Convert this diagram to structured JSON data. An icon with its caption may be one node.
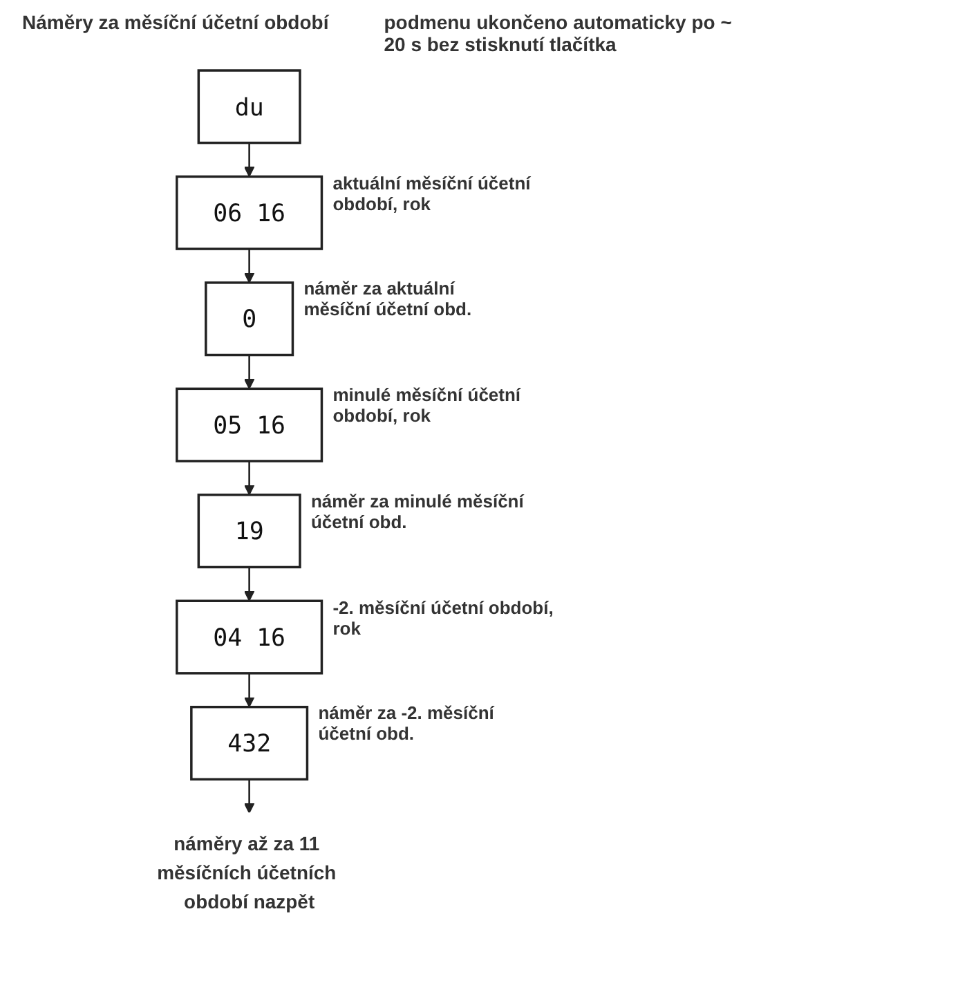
{
  "diagram": {
    "nodes": [
      {
        "text": [
          "du"
        ]
      },
      {
        "text": [
          "06 16"
        ],
        "beside": [
          "aktuální měsíční účetní období, rok"
        ]
      },
      {
        "text": [
          "0"
        ],
        "beside": [
          "náměr za aktuální měsíční účetní obd."
        ]
      },
      {
        "text": [
          "05 16"
        ],
        "beside": [
          "minulé měsíční účetní období, rok"
        ]
      },
      {
        "text": [
          "19"
        ],
        "beside": [
          "náměr za minulé měsíční účetní obd."
        ]
      },
      {
        "text": [
          "04 16"
        ],
        "beside": [
          "-2. měsíční účetní období, rok"
        ]
      },
      {
        "text": [
          "432"
        ],
        "beside": [
          "náměr za -2. měsíční účetní obd."
        ]
      },
      {
        "text": [
          "náměry až za 11 měsíčních účetních období nazpět"
        ]
      }
    ],
    "edges": [
      {
        "from": 0,
        "to": 1,
        "arrow": "to"
      },
      {
        "from": 1,
        "to": 2,
        "arrow": "to"
      },
      {
        "from": 2,
        "to": 3,
        "arrow": "to"
      },
      {
        "from": 3,
        "to": 4,
        "arrow": "to"
      },
      {
        "from": 4,
        "to": 5,
        "arrow": "to"
      },
      {
        "from": 5,
        "to": 6,
        "arrow": "to"
      },
      {
        "from": 6,
        "to": 7,
        "arrow": "to"
      }
    ],
    "labels": [
      "Náměry za měsíční účetní období",
      "podmenu ukončeno automaticky po ~ 20 s bez stisknutí tlačítka"
    ]
  }
}
